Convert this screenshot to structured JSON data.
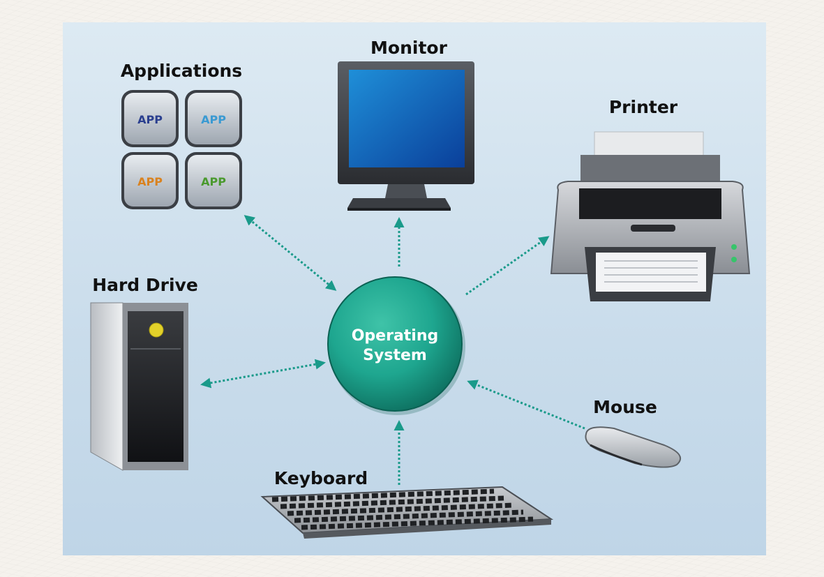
{
  "labels": {
    "monitor": "Monitor",
    "applications": "Applications",
    "printer": "Printer",
    "hard_drive": "Hard Drive",
    "mouse": "Mouse",
    "keyboard": "Keyboard",
    "operating_system_line1": "Operating",
    "operating_system_line2": "System"
  },
  "apps": [
    {
      "text": "APP",
      "color": "#2a3f8f"
    },
    {
      "text": "APP",
      "color": "#3a9ad2"
    },
    {
      "text": "APP",
      "color": "#d9821f"
    },
    {
      "text": "APP",
      "color": "#4a9a2e"
    }
  ],
  "colors": {
    "arrow": "#1a9a8a",
    "os_center": "#1ea68f",
    "os_edge": "#0d6e5e",
    "panel_top": "#ddeaf3",
    "panel_bottom": "#bfd5e7"
  },
  "connections": [
    {
      "from": "operating-system",
      "to": "applications",
      "direction": "both"
    },
    {
      "from": "operating-system",
      "to": "monitor",
      "direction": "to"
    },
    {
      "from": "operating-system",
      "to": "printer",
      "direction": "to"
    },
    {
      "from": "operating-system",
      "to": "hard-drive",
      "direction": "both"
    },
    {
      "from": "mouse",
      "to": "operating-system",
      "direction": "to"
    },
    {
      "from": "keyboard",
      "to": "operating-system",
      "direction": "to"
    }
  ]
}
